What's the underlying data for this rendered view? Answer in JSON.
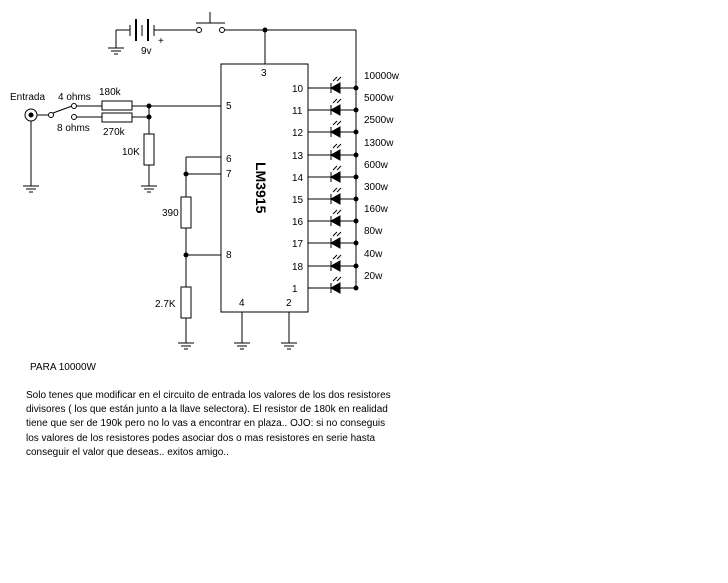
{
  "supply": {
    "battery_label": "9v",
    "plus_sign": "+"
  },
  "input": {
    "label": "Entrada",
    "switch_pos_1": "4 ohms",
    "switch_pos_2": "8 ohms"
  },
  "resistors": {
    "r1": "180k",
    "r2": "270k",
    "r3": "10K",
    "r4": "390",
    "r5": "2.7K"
  },
  "ic": {
    "name": "LM3915",
    "pins": {
      "p3": "3",
      "p5": "5",
      "p6": "6",
      "p7": "7",
      "p8": "8",
      "p4": "4",
      "p2": "2"
    },
    "led_pins": [
      "10",
      "11",
      "12",
      "13",
      "14",
      "15",
      "16",
      "17",
      "18",
      "1"
    ]
  },
  "led_labels": [
    "10000w",
    "5000w",
    "2500w",
    "1300w",
    "600w",
    "300w",
    "160w",
    "80w",
    "40w",
    "20w"
  ],
  "text": {
    "caption": "PARA 10000W",
    "description_lines": [
      "Solo tenes que modificar en el circuito de entrada los valores de los dos resistores",
      "divisores ( los que están junto a la llave selectora). El resistor de 180k en realidad",
      "tiene que ser de 190k pero no lo vas a encontrar en plaza.. OJO: si no conseguis",
      "los valores de los resistores podes asociar dos o mas resistores en serie hasta",
      "conseguir el valor que deseas.. exitos amigo.."
    ]
  }
}
